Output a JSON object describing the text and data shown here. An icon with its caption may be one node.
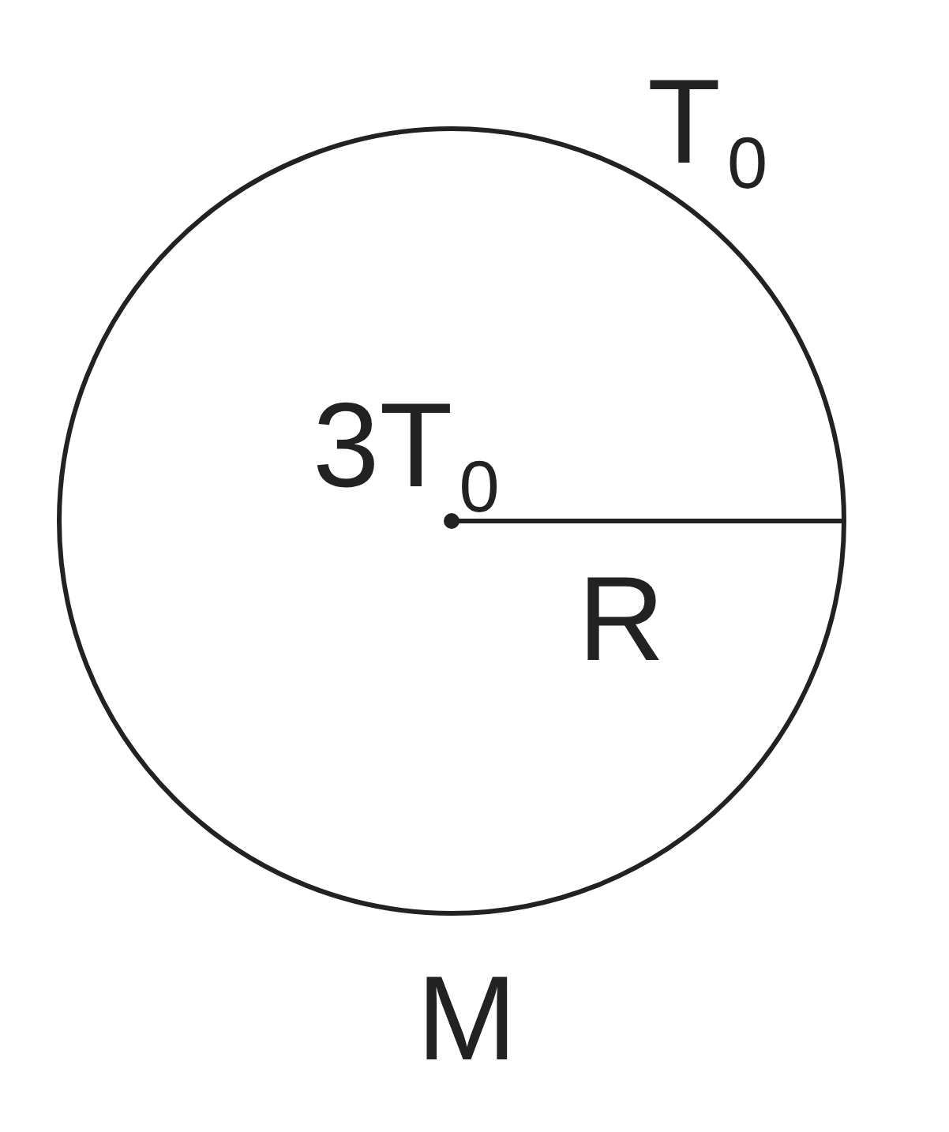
{
  "diagram": {
    "nodes": [
      {
        "text": [
          "3T$_{0}$",
          "R"
        ],
        "beside": [
          "M"
        ]
      }
    ],
    "labels": [
      "T$_{0}$"
    ]
  }
}
